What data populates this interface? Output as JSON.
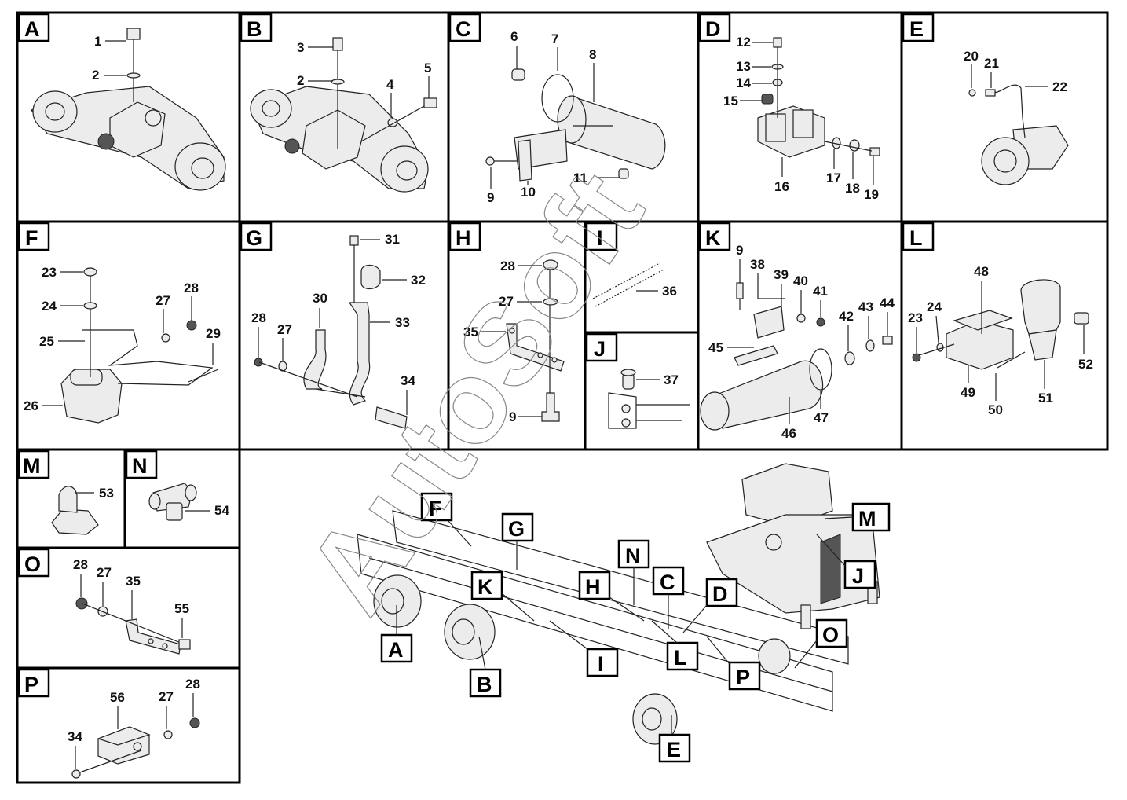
{
  "watermark": "AutoSoft",
  "panels": [
    {
      "id": "A",
      "tag": "A"
    },
    {
      "id": "B",
      "tag": "B"
    },
    {
      "id": "C",
      "tag": "C"
    },
    {
      "id": "D",
      "tag": "D"
    },
    {
      "id": "E",
      "tag": "E"
    },
    {
      "id": "F",
      "tag": "F"
    },
    {
      "id": "G",
      "tag": "G"
    },
    {
      "id": "H",
      "tag": "H"
    },
    {
      "id": "I",
      "tag": "I"
    },
    {
      "id": "J",
      "tag": "J"
    },
    {
      "id": "K",
      "tag": "K"
    },
    {
      "id": "L",
      "tag": "L"
    },
    {
      "id": "M",
      "tag": "M"
    },
    {
      "id": "N",
      "tag": "N"
    },
    {
      "id": "O",
      "tag": "O"
    },
    {
      "id": "P",
      "tag": "P"
    }
  ],
  "callouts": {
    "A": [
      "1",
      "2"
    ],
    "B": [
      "3",
      "2",
      "4",
      "5"
    ],
    "C": [
      "6",
      "7",
      "8",
      "9",
      "10",
      "11"
    ],
    "D": [
      "12",
      "13",
      "14",
      "15",
      "16",
      "17",
      "18",
      "19"
    ],
    "E": [
      "20",
      "21",
      "22"
    ],
    "F": [
      "23",
      "24",
      "27",
      "28",
      "25",
      "29",
      "26"
    ],
    "G": [
      "31",
      "32",
      "30",
      "33",
      "28",
      "27",
      "34"
    ],
    "H": [
      "28",
      "27",
      "35",
      "9"
    ],
    "I": [
      "36"
    ],
    "J": [
      "37"
    ],
    "K": [
      "9",
      "38",
      "39",
      "40",
      "41",
      "42",
      "43",
      "44",
      "45",
      "47",
      "46"
    ],
    "L": [
      "48",
      "24",
      "23",
      "52",
      "49",
      "50",
      "51"
    ],
    "M": [
      "53"
    ],
    "N": [
      "54"
    ],
    "O": [
      "28",
      "27",
      "35",
      "55"
    ],
    "P": [
      "56",
      "27",
      "28",
      "34"
    ]
  },
  "overview_tags": [
    "F",
    "G",
    "K",
    "H",
    "N",
    "C",
    "D",
    "M",
    "J",
    "A",
    "B",
    "I",
    "L",
    "P",
    "O",
    "E"
  ]
}
